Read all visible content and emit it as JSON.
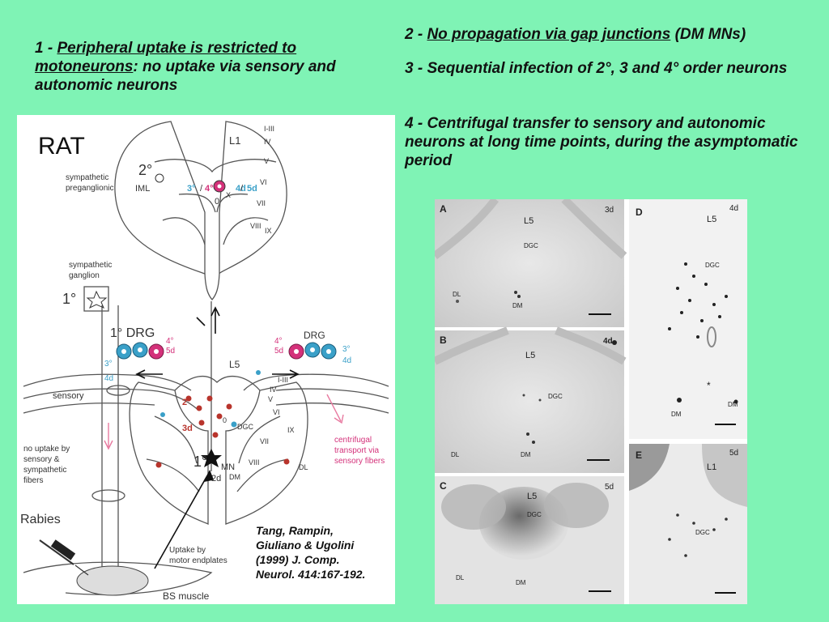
{
  "point1": {
    "num": "1 - ",
    "underlined": "Peripheral uptake is restricted to motoneurons",
    "rest": ": no uptake via sensory and autonomic neurons"
  },
  "point2": {
    "num": "2 - ",
    "underlined": "No propagation via gap junctions",
    "rest": " (DM MNs)"
  },
  "point3": {
    "text": "3 - Sequential infection of 2°, 3 and 4° order neurons"
  },
  "point4": {
    "text": "4 - Centrifugal transfer to sensory and autonomic neurons at long time points, during the asymptomatic period"
  },
  "citation": {
    "line1": "Tang, Rampin,",
    "line2": "Giuliano & Ugolini",
    "line3": "(1999)  J. Comp.",
    "line4": "Neurol. 414:167-192."
  },
  "diagram": {
    "species": "RAT",
    "labels": {
      "l1": "L1",
      "l5": "L5",
      "iml": "IML",
      "two_deg": "2°",
      "one_deg": "1°",
      "one_deg_b": "1°",
      "one_drg": "1° DRG",
      "drg": "DRG",
      "symp_pre_1": "sympathetic",
      "symp_pre_2": "preganglionic",
      "symp_gang_1": "sympathetic",
      "symp_gang_2": "ganglion",
      "sensory": "sensory",
      "no_uptake_1": "no uptake by",
      "no_uptake_2": "sensory &",
      "no_uptake_3": "sympathetic",
      "no_uptake_4": "fibers",
      "rabies": "Rabies",
      "uptake_1": "Uptake by",
      "uptake_2": "motor endplates",
      "muscle": "BS muscle",
      "centrifugal_1": "centrifugal",
      "centrifugal_2": "transport via",
      "centrifugal_3": "sensory fibers",
      "dgc": "DGC",
      "mn": "MN",
      "dm": "DM",
      "dl": "DL",
      "two_d": "2d",
      "three_deg": "3°",
      "four_deg": "4°",
      "three_d": "3d",
      "four_d": "4d",
      "five_d": "5d",
      "slash_a": "/",
      "slash_b": "/",
      "zero_a": "0",
      "zero_b": "0",
      "x": "X",
      "i_iii": "I-III",
      "iv": "IV",
      "v": "V",
      "vi": "VI",
      "vii": "VII",
      "viii": "VIII",
      "ix": "IX",
      "i_iii_b": "I-III",
      "iv_b": "IV",
      "v_b": "V",
      "vi_b": "VI",
      "vii_b": "VII",
      "viii_b": "VIII",
      "ix_b": "IX",
      "two_deg_b": "2°",
      "three_d_b": "3d",
      "four_deg_l": "4°",
      "five_d_l": "5d",
      "three_deg_l": "3°",
      "four_d_l": "4d",
      "four_deg_r": "4°",
      "five_d_r": "5d",
      "three_deg_r": "3°",
      "four_d_r": "4d"
    },
    "colors": {
      "blue": "#3aa0c8",
      "magenta": "#d4317a",
      "red": "#b8342c",
      "pink": "#e87aa0"
    }
  },
  "micrographs": {
    "A": {
      "letter": "A",
      "time": "3d",
      "level": "L5",
      "dgc": "DGC",
      "dl": "DL",
      "dm": "DM"
    },
    "B": {
      "letter": "B",
      "time": "4d",
      "level": "L5",
      "dgc": "DGC",
      "dl": "DL",
      "dm": "DM"
    },
    "C": {
      "letter": "C",
      "time": "5d",
      "level": "L5",
      "dgc": "DGC",
      "dl": "DL",
      "dm": "DM"
    },
    "D": {
      "letter": "D",
      "time": "4d",
      "level": "L5",
      "dgc": "DGC",
      "dm": "DM",
      "dm2": "DM",
      "star": "*"
    },
    "E": {
      "letter": "E",
      "time": "5d",
      "level": "L1",
      "dgc": "DGC"
    }
  }
}
